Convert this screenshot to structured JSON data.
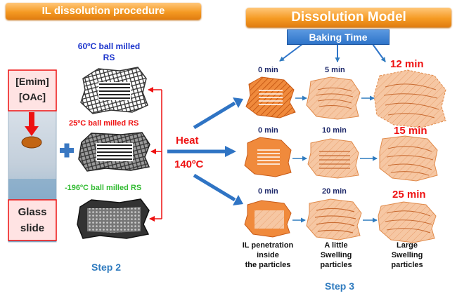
{
  "left_panel": {
    "title": "IL dissolution  procedure",
    "il_label_1": "[Emim]",
    "il_label_2": "[OAc]",
    "glass_label_1": "Glass",
    "glass_label_2": "slide",
    "sample_60": "60ºC ball milled",
    "sample_60_b": "RS",
    "sample_25": "25ºC ball milled RS",
    "sample_196": "-196ºC ball milled RS",
    "heat_label": "Heat",
    "temp_label": "140ºC",
    "step_label": "Step 2"
  },
  "right_panel": {
    "title": "Dissolution Model",
    "baking_time_label": "Baking Time",
    "rows": [
      {
        "times": [
          "0 min",
          "5 min",
          "12 min"
        ]
      },
      {
        "times": [
          "0 min",
          "10 min",
          "15 min"
        ]
      },
      {
        "times": [
          "0 min",
          "20 min",
          "25 min"
        ]
      }
    ],
    "stage_captions": [
      [
        "IL penetration",
        "inside",
        "the particles"
      ],
      [
        "A little",
        "Swelling",
        "particles"
      ],
      [
        "Large",
        "Swelling",
        "particles"
      ]
    ],
    "step_label": "Step 3"
  },
  "colors": {
    "banner_orange": "#f59a23",
    "particle_orange": "#f08a3c",
    "swollen_peach": "#f6c7a3",
    "arrow_red": "#ee1111",
    "arrow_blue": "#2f7bbf",
    "baking_blue": "#2e74c9"
  }
}
